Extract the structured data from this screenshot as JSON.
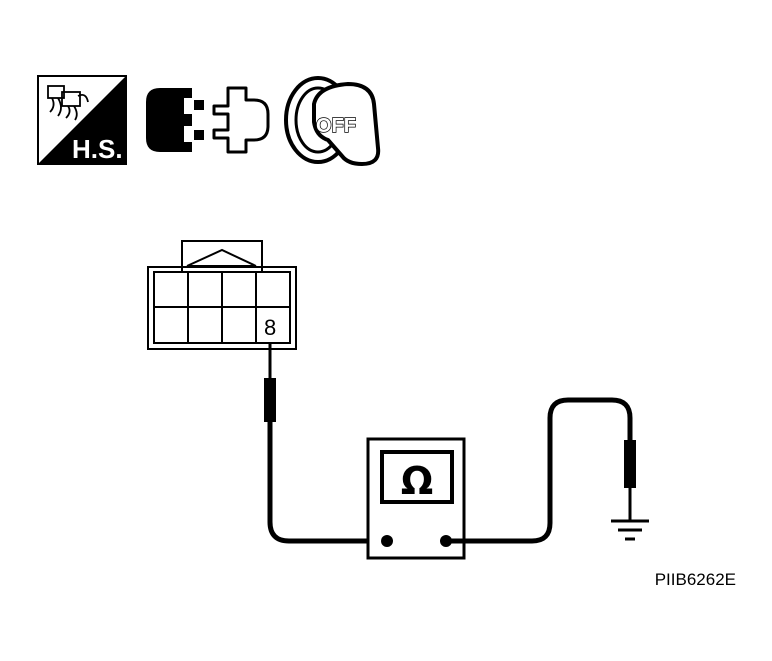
{
  "icons": {
    "harness_service": {
      "name": "harness-service-icon",
      "label": "H.S."
    },
    "connector_disconnect": {
      "name": "connector-disconnect-icon"
    },
    "ignition_key": {
      "name": "ignition-key-off-icon",
      "label": "OFF"
    }
  },
  "connector": {
    "terminal_label": "8"
  },
  "meter": {
    "symbol": "Ω",
    "icon": "ohmmeter-icon"
  },
  "ground": {
    "icon": "ground-symbol-icon"
  },
  "figure_code": "PIIB6262E",
  "colors": {
    "line": "#000000",
    "background": "#ffffff"
  }
}
